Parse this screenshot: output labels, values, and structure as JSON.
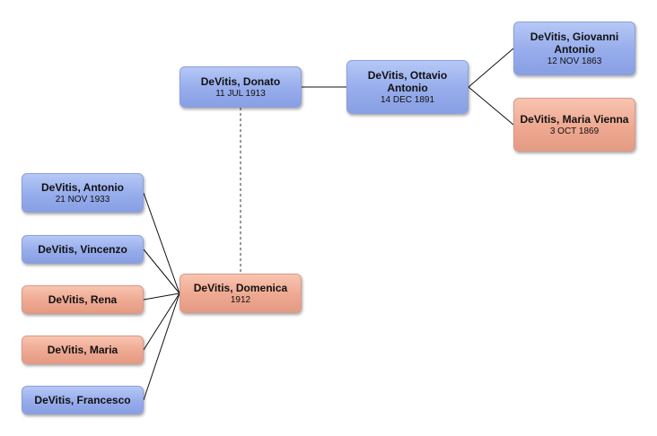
{
  "colors": {
    "male": "#96acec",
    "female": "#eea891",
    "connector": "#111111"
  },
  "persons": {
    "donato": {
      "name": "DeVitis, Donato",
      "date": "11 JUL 1913",
      "gender": "male"
    },
    "ottavio": {
      "name": "DeVitis, Ottavio Antonio",
      "date": "14 DEC 1891",
      "gender": "male"
    },
    "giovanni": {
      "name": "DeVitis, Giovanni Antonio",
      "date": "12 NOV 1863",
      "gender": "male"
    },
    "maria_vienna": {
      "name": "DeVitis, Maria Vienna",
      "date": "3 OCT 1869",
      "gender": "female"
    },
    "domenica": {
      "name": "DeVitis, Domenica",
      "date": "1912",
      "gender": "female"
    },
    "antonio": {
      "name": "DeVitis, Antonio",
      "date": "21 NOV 1933",
      "gender": "male"
    },
    "vincenzo": {
      "name": "DeVitis, Vincenzo",
      "date": "",
      "gender": "male"
    },
    "rena": {
      "name": "DeVitis, Rena",
      "date": "",
      "gender": "female"
    },
    "maria": {
      "name": "DeVitis, Maria",
      "date": "",
      "gender": "female"
    },
    "francesco": {
      "name": "DeVitis, Francesco",
      "date": "",
      "gender": "male"
    }
  }
}
